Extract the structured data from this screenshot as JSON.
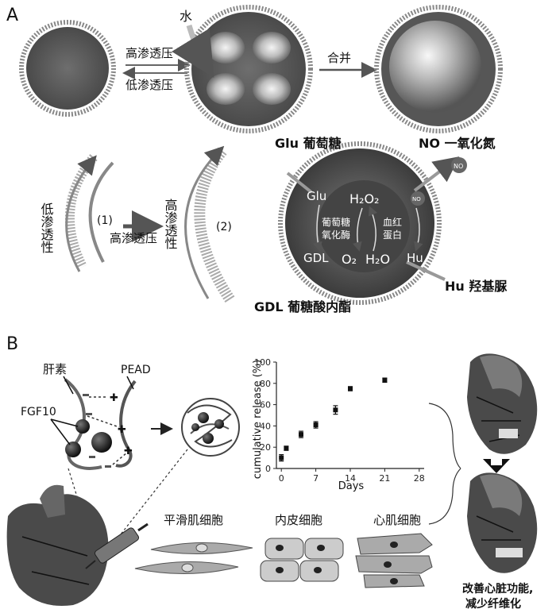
{
  "panelA": {
    "label": "A",
    "water": "水",
    "high_osmotic": "高渗透压",
    "low_osmotic": "低渗透压",
    "merge": "合并",
    "low_osmotic_vertical": "低渗透性",
    "high_osmotic_vertical": "高渗透性",
    "step1": "(1)",
    "step2": "(2)",
    "high_osmotic_arrow": "高渗透压",
    "glu_title": "Glu 葡萄糖",
    "no_title": "NO 一氧化氮",
    "gdl_title": "GDL 葡糖酸内酯",
    "hu_title": "Hu 羟基脲",
    "inner_glu": "Glu",
    "inner_gdl": "GDL",
    "inner_hu": "Hu",
    "inner_h2o2": "H₂O₂",
    "inner_o2": "O₂",
    "inner_h2o": "H₂O",
    "enzyme1_line1": "葡萄糖",
    "enzyme1_line2": "氧化酶",
    "enzyme2_line1": "血红",
    "enzyme2_line2": "蛋白",
    "no_badge": "NO"
  },
  "panelB": {
    "label": "B",
    "heparin": "肝素",
    "pead": "PEAD",
    "fgf10": "FGF10",
    "cell_smooth": "平滑肌细胞",
    "cell_endo": "内皮细胞",
    "cell_cardio": "心肌细胞",
    "outcome_line1": "改善心脏功能,",
    "outcome_line2": "减少纤维化"
  },
  "chart_data": {
    "type": "scatter",
    "x": [
      0,
      1,
      4,
      7,
      11,
      14,
      21
    ],
    "y": [
      10,
      19,
      32,
      41,
      55,
      75,
      83
    ],
    "err": [
      3,
      2,
      3,
      3,
      4,
      2,
      2
    ],
    "xticks": [
      "0",
      "7",
      "14",
      "21",
      "28"
    ],
    "yticks": [
      "0",
      "20",
      "40",
      "60",
      "80",
      "100"
    ],
    "xlabel": "Days",
    "ylabel": "cumulative release (%)",
    "xlim": [
      -1,
      29
    ],
    "ylim": [
      0,
      100
    ]
  }
}
